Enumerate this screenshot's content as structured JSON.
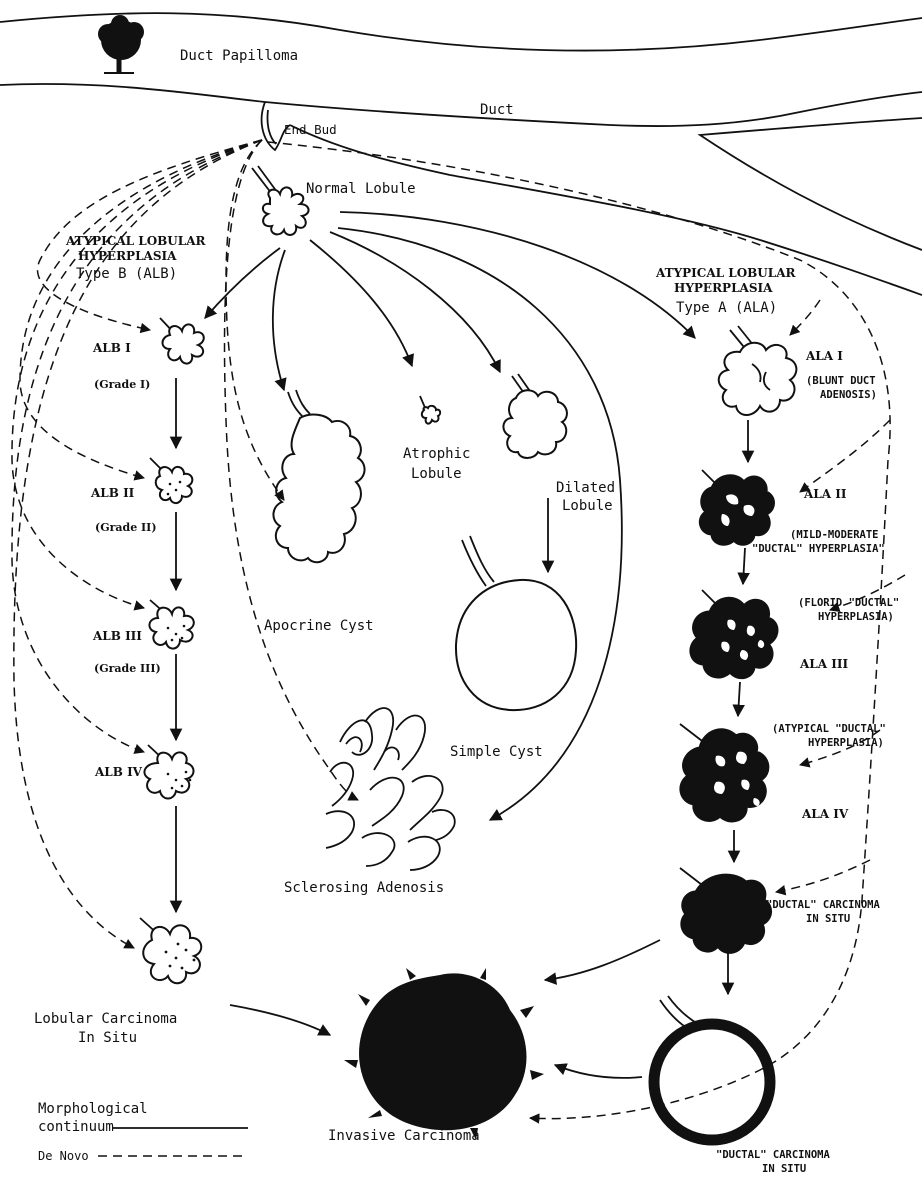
{
  "labels": {
    "duct_papilloma": "Duct Papilloma",
    "duct": "Duct",
    "end_bud": "End Bud",
    "normal_lobule": "Normal Lobule",
    "alb_header_1": "ATYPICAL LOBULAR",
    "alb_header_2": "HYPERPLASIA",
    "alb_header_3": "Type B (ALB)",
    "ala_header_1": "ATYPICAL LOBULAR",
    "ala_header_2": "HYPERPLASIA",
    "ala_header_3": "Type A (ALA)",
    "alb_1": "ALB I",
    "alb_1_grade": "(Grade I)",
    "alb_2": "ALB II",
    "alb_2_grade": "(Grade II)",
    "alb_3": "ALB III",
    "alb_3_grade": "(Grade III)",
    "alb_4": "ALB IV",
    "lcis_1": "Lobular Carcinoma",
    "lcis_2": "In Situ",
    "apocrine_cyst": "Apocrine Cyst",
    "atrophic_1": "Atrophic",
    "atrophic_2": "Lobule",
    "dilated_1": "Dilated",
    "dilated_2": "Lobule",
    "simple_cyst": "Simple Cyst",
    "sclerosing_adenosis": "Sclerosing Adenosis",
    "invasive_carcinoma": "Invasive Carcinoma",
    "ala_1": "ALA I",
    "ala_1_note_1": "(BLUNT DUCT",
    "ala_1_note_2": "ADENOSIS)",
    "ala_2": "ALA II",
    "ala_2_note_1": "(MILD-MODERATE",
    "ala_2_note_2": "\"DUCTAL\" HYPERPLASIA\"",
    "ala_3_note_1": "(FLORID \"DUCTAL\"",
    "ala_3_note_2": "HYPERPLASIA)",
    "ala_3": "ALA III",
    "ala_4_note_1": "(ATYPICAL \"DUCTAL\"",
    "ala_4_note_2": "HYPERPLASIA)",
    "ala_4": "ALA IV",
    "dcis_1": "\"DUCTAL\" CARCINOMA",
    "dcis_2": "IN SITU",
    "dcis_bottom_1": "\"DUCTAL\" CARCINOMA",
    "dcis_bottom_2": "IN SITU"
  },
  "legend": {
    "continuum_1": "Morphological",
    "continuum_2": "continuum",
    "de_novo": "De Novo"
  }
}
